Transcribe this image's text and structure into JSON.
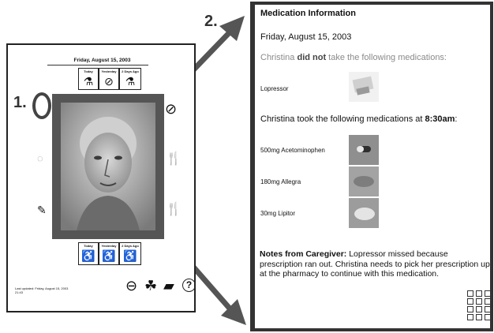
{
  "callouts": {
    "one": "1.",
    "two": "2."
  },
  "doc": {
    "date": "Friday, August 15, 2003",
    "top_days": [
      {
        "label": "Today",
        "icon": "pill-bottle-icon"
      },
      {
        "label": "Yesterday",
        "icon": "crossed-bottle-icon"
      },
      {
        "label": "2 Days Ago",
        "icon": "pill-bottle-icon"
      }
    ],
    "bottom_days": [
      {
        "label": "Today",
        "icon": "walker-icon"
      },
      {
        "label": "Yesterday",
        "icon": "walker-icon"
      },
      {
        "label": "2 Days Ago",
        "icon": "walker-icon"
      }
    ],
    "last_updated": "Last updated: Friday, August 15, 2003  21:43",
    "side_icons": [
      "crossed-meal-icon",
      "fork-knife-icon",
      "fork-knife-icon"
    ],
    "left_icons": [
      "pill-icon",
      "spray-bottle-icon"
    ],
    "bottom_icons": [
      "clock-icon",
      "person-reading-icon",
      "book-icon",
      "help-icon"
    ],
    "help_glyph": "?"
  },
  "panel": {
    "title": "Medication Information",
    "date": "Friday, August 15, 2003",
    "not_taken_pre": "Christina ",
    "not_taken_bold": "did not",
    "not_taken_post": " take the following medications:",
    "not_taken_meds": [
      "Lopressor"
    ],
    "taken_pre": "Christina took the following medications at ",
    "taken_time": "8:30am",
    "taken_post": ":",
    "taken_meds": [
      "500mg Acetominophen",
      "180mg Allegra",
      "30mg Lipitor"
    ],
    "notes_label": "Notes from Caregiver:",
    "notes_text": " Lopressor missed because prescription ran out. Christina needs to pick her prescription up at the pharmacy to continue with this medication."
  },
  "colors": {
    "muted": "#8a8a8a",
    "dark": "#333333"
  }
}
